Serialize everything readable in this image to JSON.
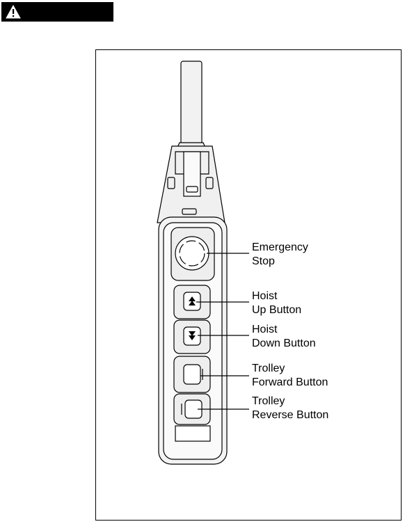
{
  "warning": {
    "icon": "warning-triangle-icon"
  },
  "callouts": [
    {
      "id": "emergency-stop",
      "line1": "Emergency",
      "line2": "Stop"
    },
    {
      "id": "hoist-up",
      "line1": "Hoist",
      "line2": "Up Button"
    },
    {
      "id": "hoist-down",
      "line1": "Hoist",
      "line2": "Down Button"
    },
    {
      "id": "trolley-forward",
      "line1": "Trolley",
      "line2": "Forward Button"
    },
    {
      "id": "trolley-reverse",
      "line1": "Trolley",
      "line2": "Reverse Button"
    }
  ]
}
